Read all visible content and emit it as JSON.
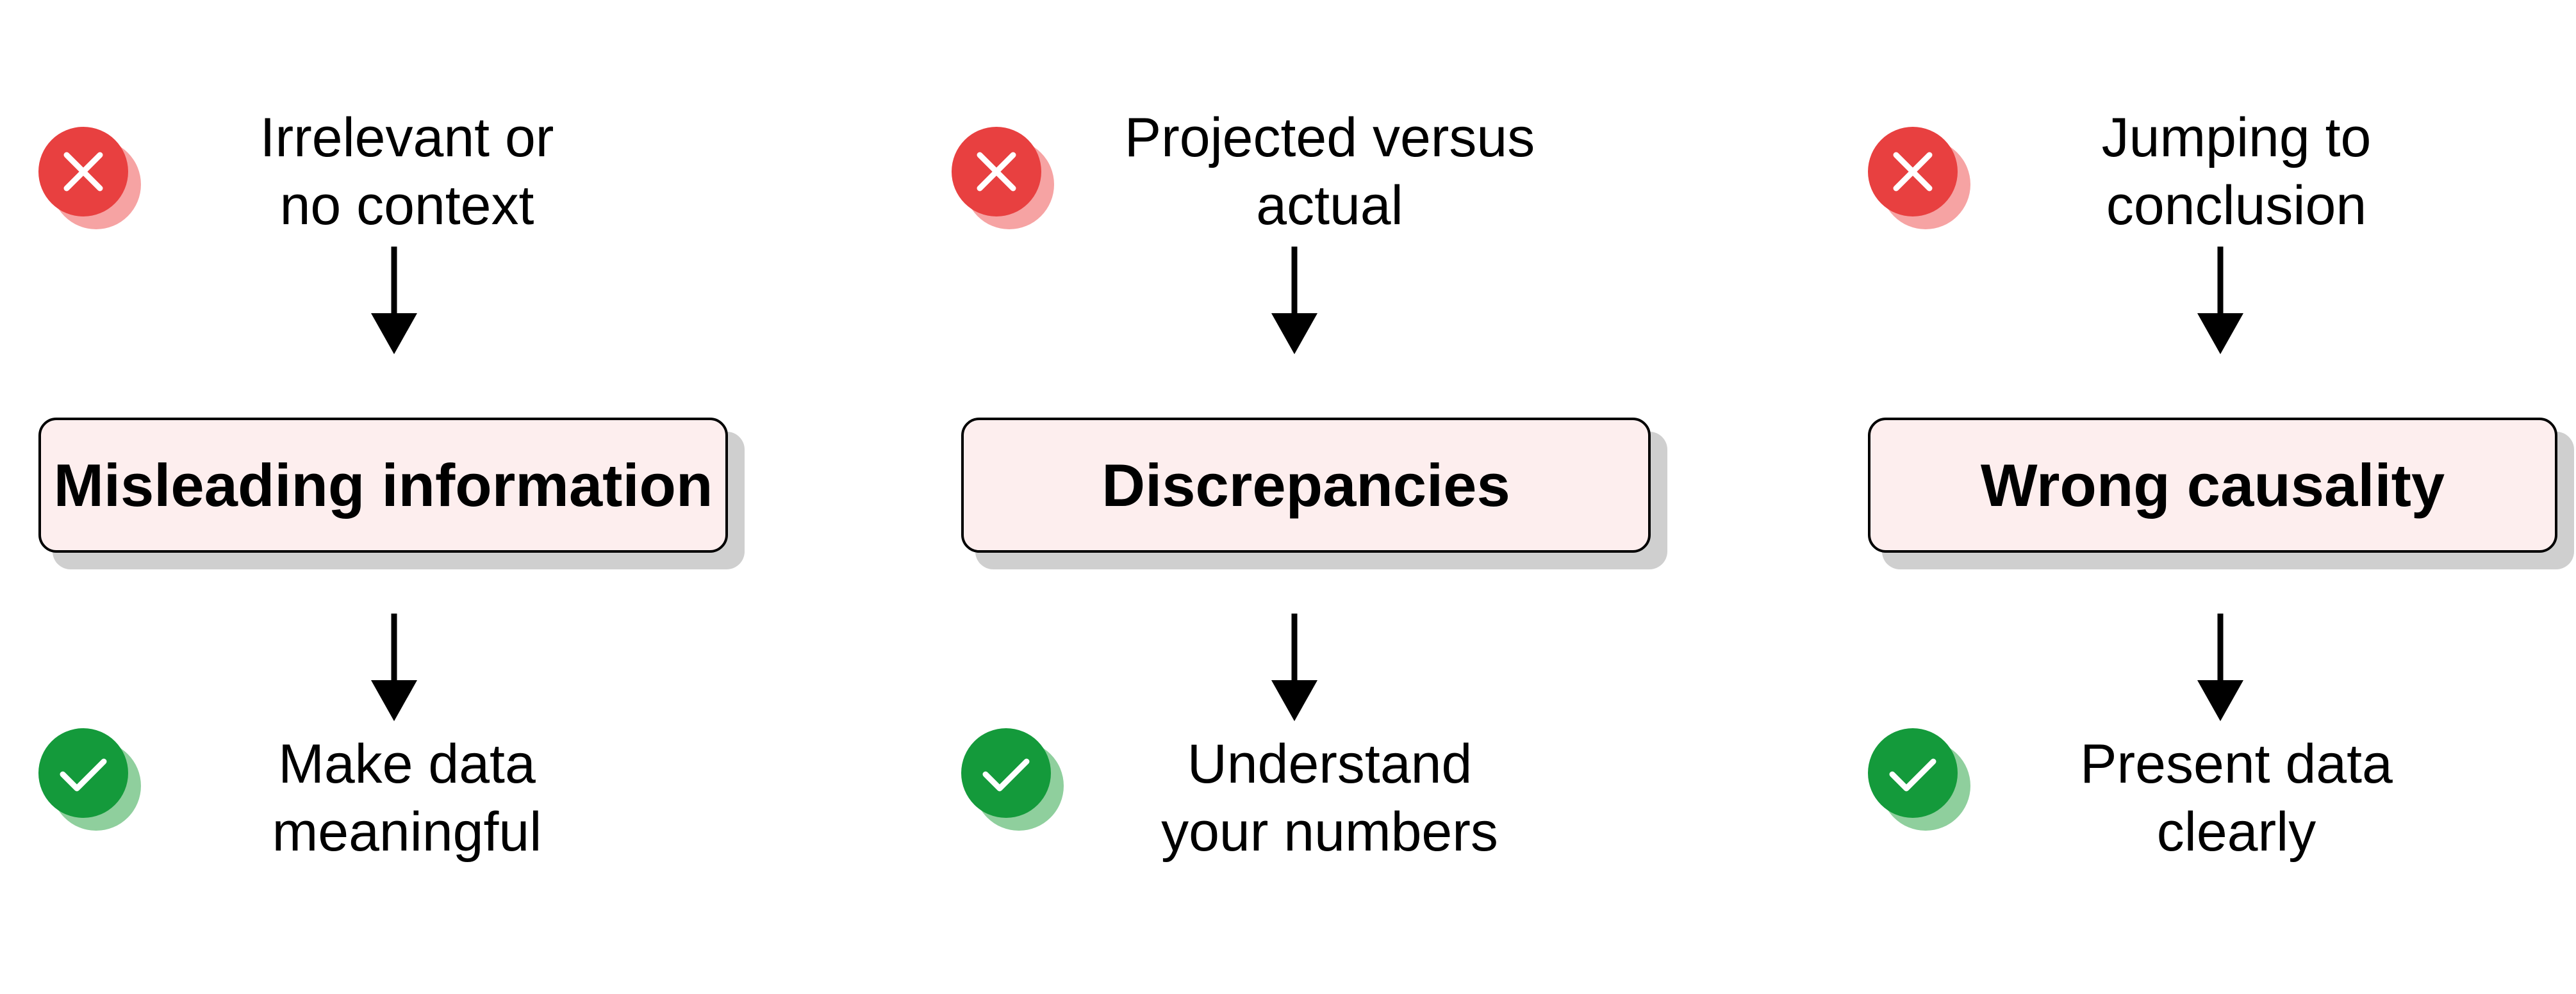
{
  "colors": {
    "cross": "#e84040",
    "cross_shadow": "#f6a3a3",
    "check": "#149a3b",
    "check_shadow": "#8fcf9d",
    "box_fill": "#fdeeee",
    "arrow": "#000000"
  },
  "columns": [
    {
      "problem": "Irrelevant or\nno context",
      "title": "Misleading information",
      "solution": "Make data\nmeaningful"
    },
    {
      "problem": "Projected versus\nactual",
      "title": "Discrepancies",
      "solution": "Understand\nyour numbers"
    },
    {
      "problem": "Jumping to\nconclusion",
      "title": "Wrong causality",
      "solution": "Present data\nclearly"
    }
  ]
}
